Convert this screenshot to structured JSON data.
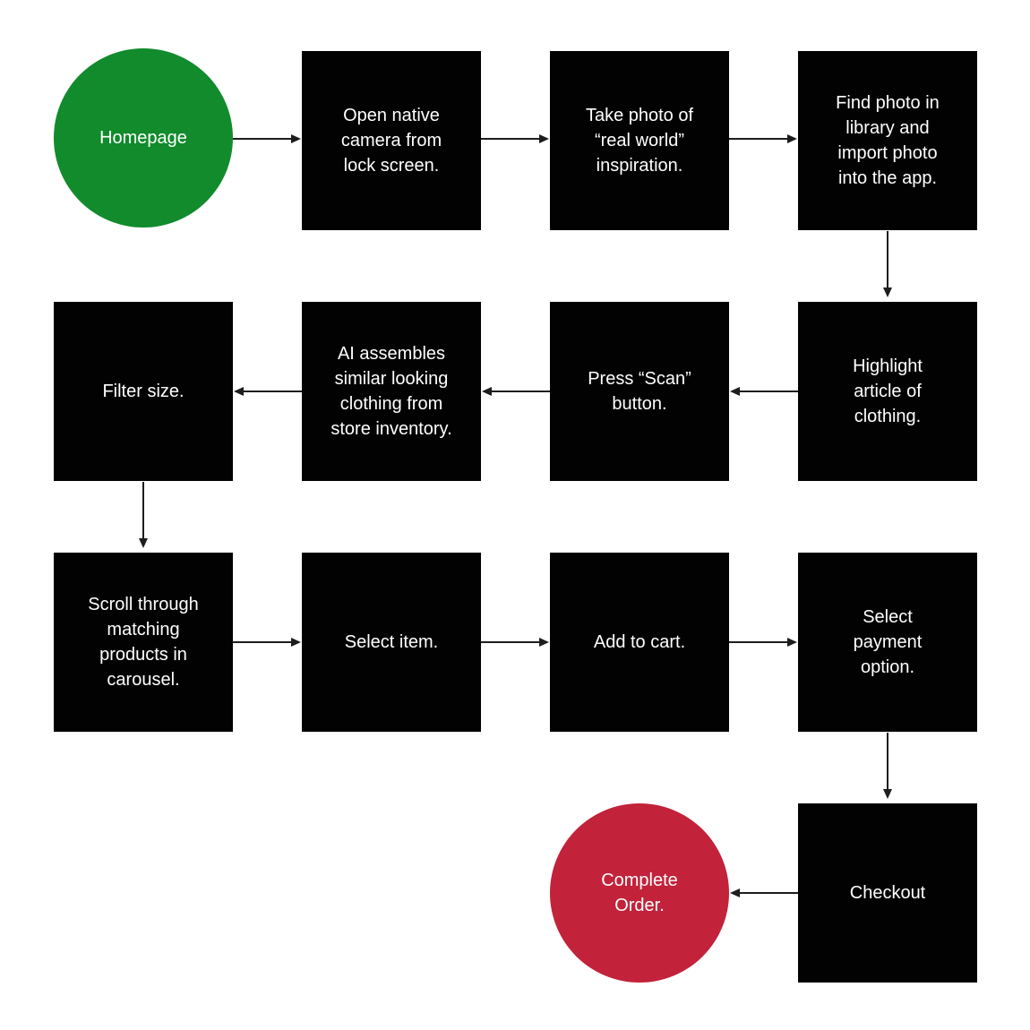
{
  "diagram": {
    "type": "flowchart",
    "colors": {
      "bg": "#ffffff",
      "step": "#020202",
      "start": "#118b2c",
      "end": "#c2223a",
      "text": "#ffffff",
      "arrow": "#1d1d1d"
    },
    "nodes": [
      {
        "id": "homepage",
        "shape": "circle",
        "role": "start",
        "label": "Homepage"
      },
      {
        "id": "open-camera",
        "shape": "rect",
        "role": "step",
        "label": "Open native\ncamera from\nlock screen."
      },
      {
        "id": "take-photo",
        "shape": "rect",
        "role": "step",
        "label": "Take photo of\n“real world”\ninspiration."
      },
      {
        "id": "find-photo",
        "shape": "rect",
        "role": "step",
        "label": "Find photo in\nlibrary and\nimport photo\ninto the app."
      },
      {
        "id": "highlight-article",
        "shape": "rect",
        "role": "step",
        "label": "Highlight\narticle of\nclothing."
      },
      {
        "id": "press-scan",
        "shape": "rect",
        "role": "step",
        "label": "Press “Scan”\nbutton."
      },
      {
        "id": "ai-assembles",
        "shape": "rect",
        "role": "step",
        "label": "AI assembles\nsimilar looking\nclothing from\nstore inventory."
      },
      {
        "id": "filter-size",
        "shape": "rect",
        "role": "step",
        "label": "Filter size."
      },
      {
        "id": "scroll-carousel",
        "shape": "rect",
        "role": "step",
        "label": "Scroll through\nmatching\nproducts in\ncarousel."
      },
      {
        "id": "select-item",
        "shape": "rect",
        "role": "step",
        "label": "Select item."
      },
      {
        "id": "add-to-cart",
        "shape": "rect",
        "role": "step",
        "label": "Add to cart."
      },
      {
        "id": "select-payment",
        "shape": "rect",
        "role": "step",
        "label": "Select\npayment\noption."
      },
      {
        "id": "checkout",
        "shape": "rect",
        "role": "step",
        "label": "Checkout"
      },
      {
        "id": "complete-order",
        "shape": "circle",
        "role": "end",
        "label": "Complete\nOrder."
      }
    ],
    "edges": [
      {
        "from": "homepage",
        "to": "open-camera",
        "direction": "right"
      },
      {
        "from": "open-camera",
        "to": "take-photo",
        "direction": "right"
      },
      {
        "from": "take-photo",
        "to": "find-photo",
        "direction": "right"
      },
      {
        "from": "find-photo",
        "to": "highlight-article",
        "direction": "down"
      },
      {
        "from": "highlight-article",
        "to": "press-scan",
        "direction": "left"
      },
      {
        "from": "press-scan",
        "to": "ai-assembles",
        "direction": "left"
      },
      {
        "from": "ai-assembles",
        "to": "filter-size",
        "direction": "left"
      },
      {
        "from": "filter-size",
        "to": "scroll-carousel",
        "direction": "down"
      },
      {
        "from": "scroll-carousel",
        "to": "select-item",
        "direction": "right"
      },
      {
        "from": "select-item",
        "to": "add-to-cart",
        "direction": "right"
      },
      {
        "from": "add-to-cart",
        "to": "select-payment",
        "direction": "right"
      },
      {
        "from": "select-payment",
        "to": "checkout",
        "direction": "down"
      },
      {
        "from": "checkout",
        "to": "complete-order",
        "direction": "left"
      }
    ]
  }
}
